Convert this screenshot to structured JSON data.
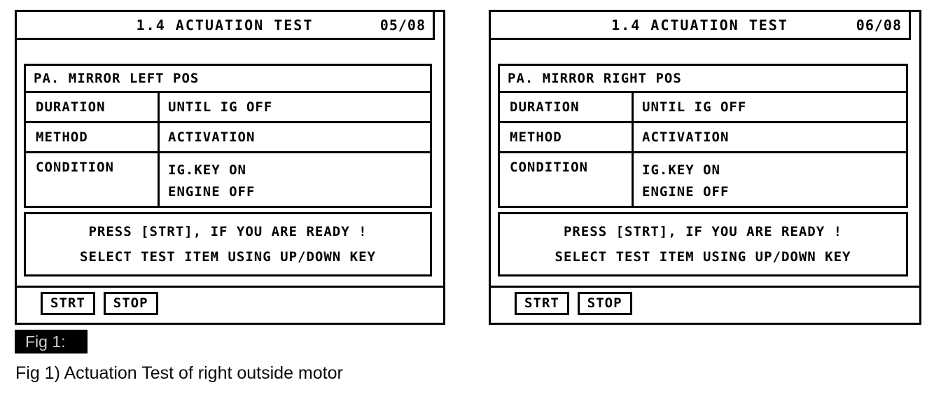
{
  "panels": [
    {
      "header": {
        "title": "1.4 ACTUATION TEST",
        "page": "05/08"
      },
      "item_name": "PA. MIRROR LEFT POS",
      "rows": [
        {
          "label": "DURATION",
          "values": [
            "UNTIL IG OFF"
          ]
        },
        {
          "label": "METHOD",
          "values": [
            "ACTIVATION"
          ]
        },
        {
          "label": "CONDITION",
          "values": [
            "IG.KEY ON",
            "ENGINE OFF"
          ]
        }
      ],
      "message_lines": [
        "PRESS [STRT], IF YOU ARE READY !",
        "SELECT TEST ITEM USING UP/DOWN KEY"
      ],
      "buttons": {
        "start": "STRT",
        "stop": "STOP"
      }
    },
    {
      "header": {
        "title": "1.4 ACTUATION TEST",
        "page": "06/08"
      },
      "item_name": "PA. MIRROR RIGHT POS",
      "rows": [
        {
          "label": "DURATION",
          "values": [
            "UNTIL IG OFF"
          ]
        },
        {
          "label": "METHOD",
          "values": [
            "ACTIVATION"
          ]
        },
        {
          "label": "CONDITION",
          "values": [
            "IG.KEY ON",
            "ENGINE OFF"
          ]
        }
      ],
      "message_lines": [
        "PRESS [STRT], IF YOU ARE READY !",
        "SELECT TEST ITEM USING UP/DOWN KEY"
      ],
      "buttons": {
        "start": "STRT",
        "stop": "STOP"
      }
    }
  ],
  "figure": {
    "badge": "Fig 1:",
    "caption": "Fig 1) Actuation Test of right outside motor"
  },
  "colors": {
    "foreground": "#000000",
    "background": "#ffffff",
    "badge_bg": "#000000",
    "badge_text": "#cfcfcf"
  }
}
